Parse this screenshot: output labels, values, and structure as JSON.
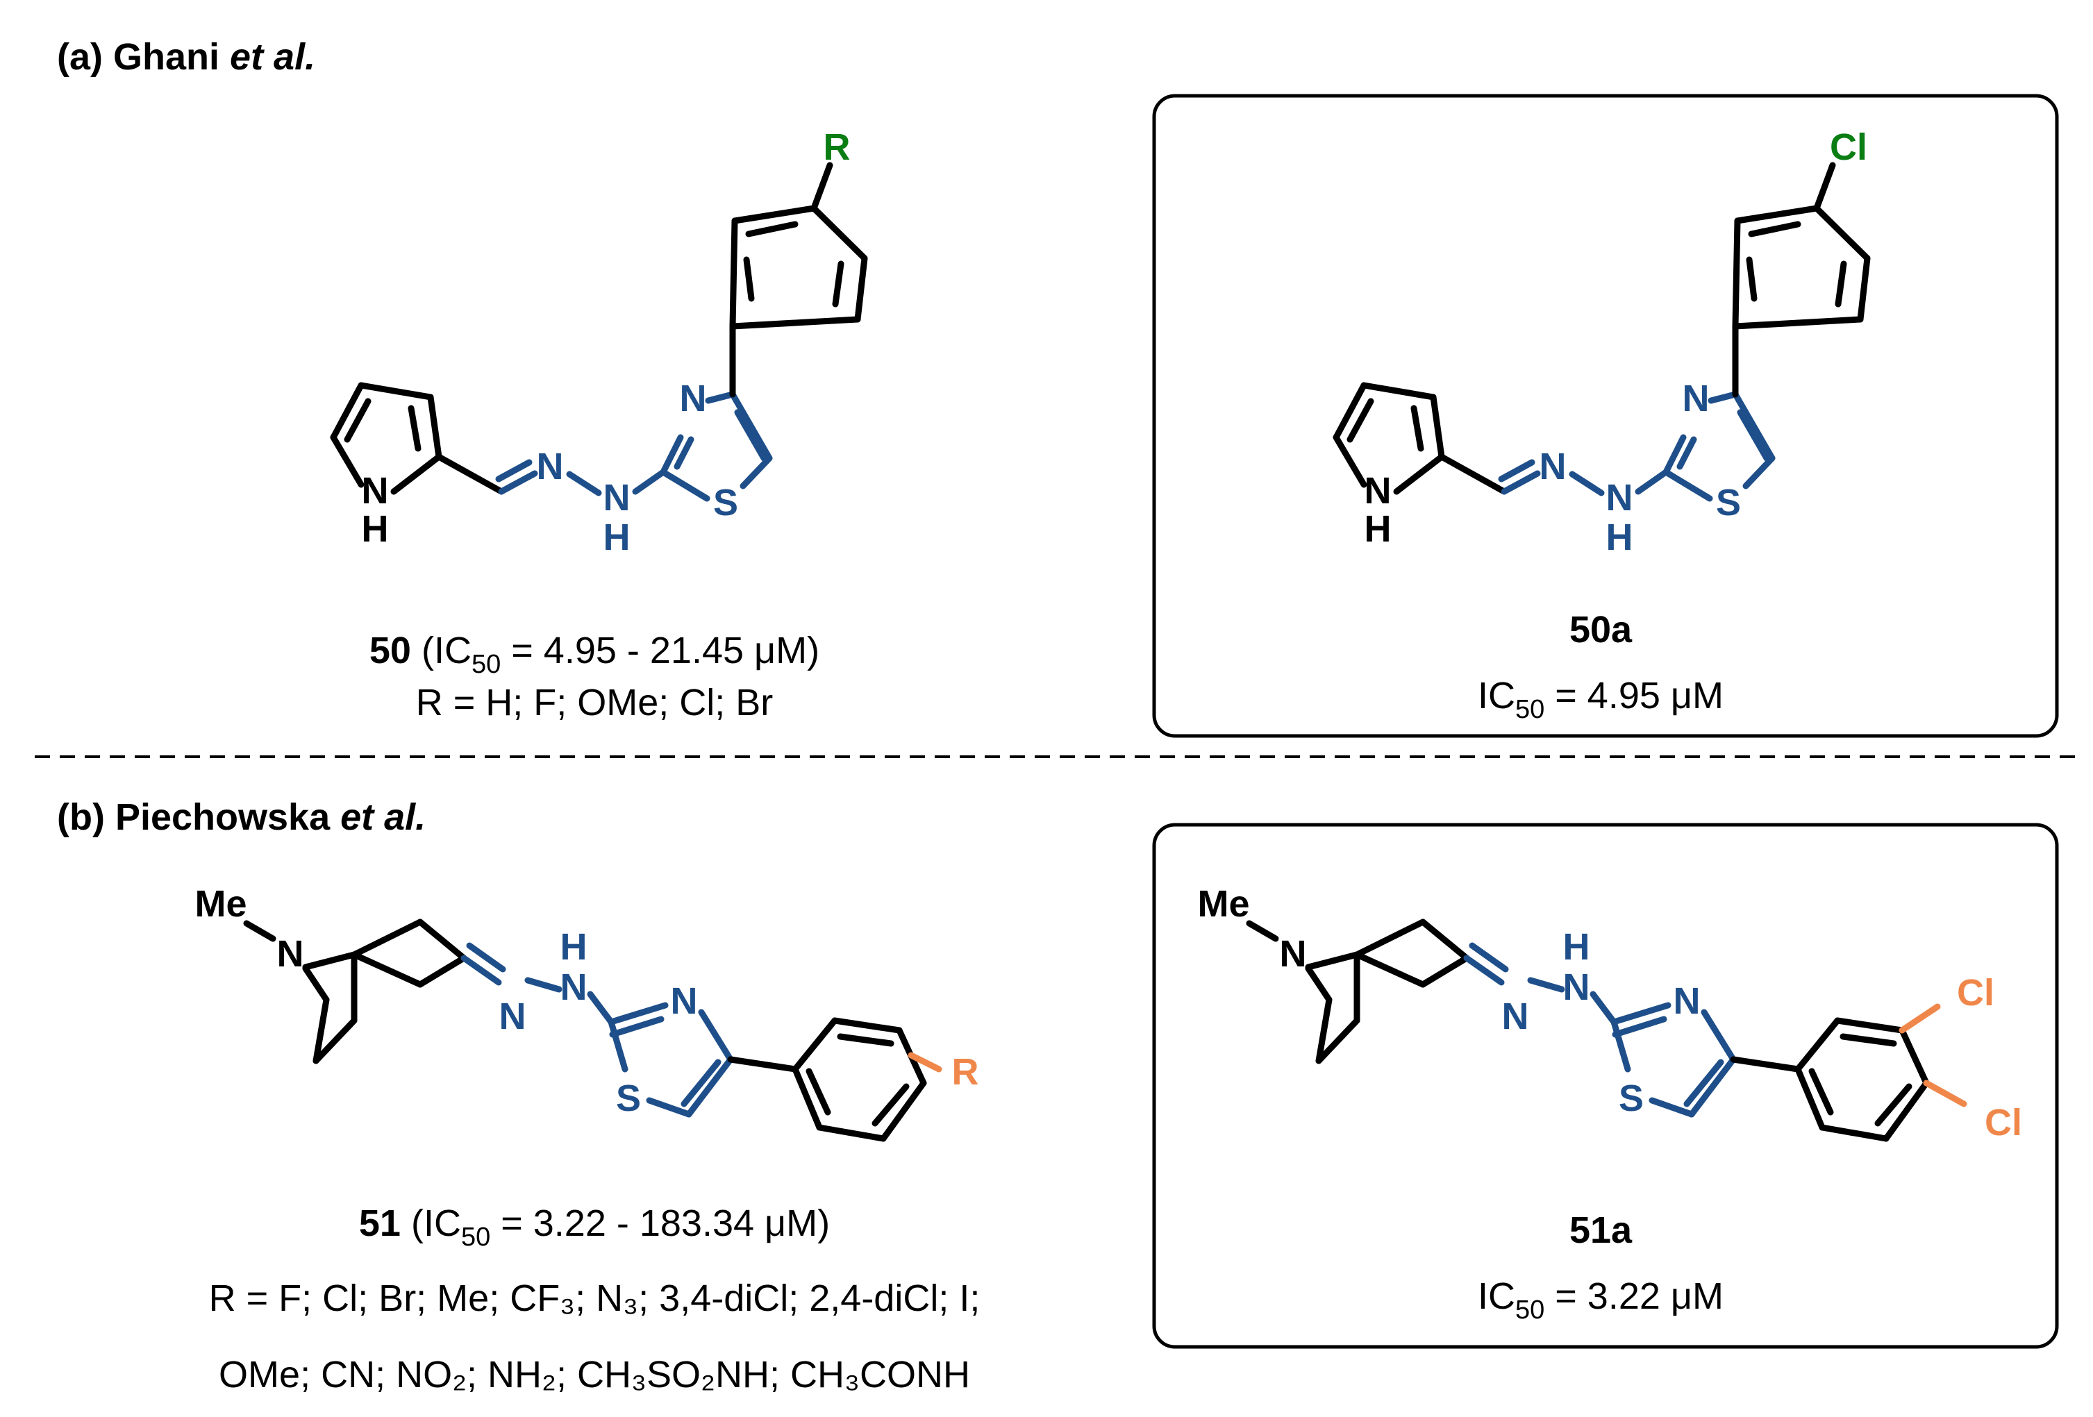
{
  "colors": {
    "ink": "#000000",
    "thiazole": "#1f4f8a",
    "green": "#0a7d13",
    "orange": "#f0874a",
    "box": "#000000"
  },
  "section_a": {
    "label": "(a) Ghani",
    "etal": "et al.",
    "cmpd50": {
      "substituent": "R",
      "pyrrole_nh": "N",
      "pyrrole_h": "H",
      "hydrazone_n1": "N",
      "hydrazone_n2": "N",
      "hydrazone_h": "H",
      "thiazole_n": "N",
      "thiazole_s": "S",
      "caption_num": "50",
      "caption_pre": "(IC",
      "caption_sub": "50",
      "caption_post": " = 4.95 - 21.45 μM)",
      "rlist": "R = H; F; OMe; Cl; Br"
    },
    "cmpd50a": {
      "substituent": "Cl",
      "pyrrole_nh": "N",
      "pyrrole_h": "H",
      "hydrazone_n1": "N",
      "hydrazone_n2": "N",
      "hydrazone_h": "H",
      "thiazole_n": "N",
      "thiazole_s": "S",
      "name": "50a",
      "ic_pre": "IC",
      "ic_sub": "50",
      "ic_post": " = 4.95 μM"
    }
  },
  "section_b": {
    "label": "(b) Piechowska",
    "etal": "et al.",
    "cmpd51": {
      "methyl": "Me",
      "bridge_n": "N",
      "hydrazone_h": "H",
      "hydrazone_n1": "N",
      "hydrazone_n2": "N",
      "thiazole_n": "N",
      "thiazole_s": "S",
      "substituent": "R",
      "caption_num": "51",
      "caption_pre": "(IC",
      "caption_sub": "50",
      "caption_post": " = 3.22 - 183.34 μM)",
      "rlist_line1": "R = F; Cl; Br; Me; CF₃; N₃; 3,4-diCl; 2,4-diCl; I;",
      "rlist_line2": "OMe; CN; NO₂; NH₂; CH₃SO₂NH; CH₃CONH"
    },
    "cmpd51a": {
      "methyl": "Me",
      "bridge_n": "N",
      "hydrazone_h": "H",
      "hydrazone_n1": "N",
      "hydrazone_n2": "N",
      "thiazole_n": "N",
      "thiazole_s": "S",
      "cl_meta": "Cl",
      "cl_para": "Cl",
      "name": "51a",
      "ic_pre": "IC",
      "ic_sub": "50",
      "ic_post": " = 3.22 μM"
    }
  }
}
